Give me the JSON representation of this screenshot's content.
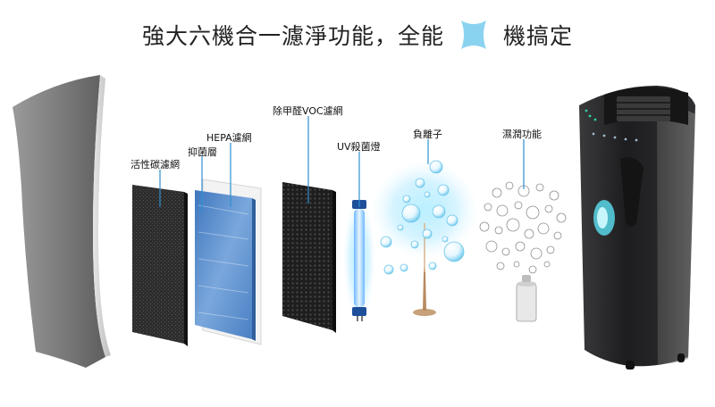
{
  "headline": {
    "part1": "強大六機合一濾淨功能，全能",
    "part2": "機搞定",
    "bowtie_icon": "bowtie-shape-icon",
    "bowtie_color": "#8ad3f0"
  },
  "labels": {
    "activated_carbon": "活性碳濾網",
    "antibacterial": "抑菌層",
    "hepa": "HEPA濾網",
    "formaldehyde_voc": "除甲醛VOC濾網",
    "uv_lamp": "UV殺菌燈",
    "negative_ion": "負離子",
    "humidify": "濕潤功能"
  },
  "colors": {
    "callout_line": "#2f8fd0",
    "hepa_blue": "#4f86c8",
    "uv_glow": "#9fe4ff",
    "device_body": "#2b2b2d",
    "shell_gray": "#7d7d7d"
  }
}
